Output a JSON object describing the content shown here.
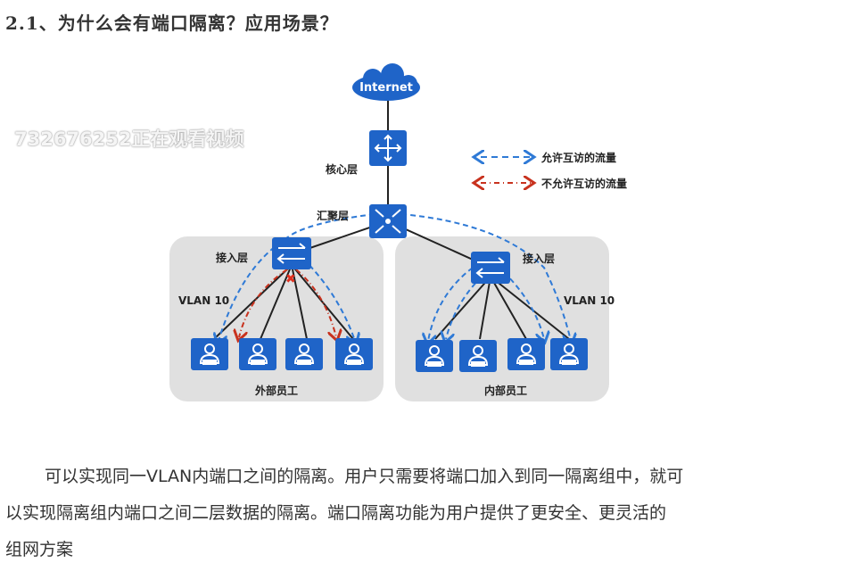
{
  "title": "2.1、为什么会有端口隔离？应用场景？",
  "diagram": {
    "internet": "Internet",
    "core_label": "核心层",
    "aggregation_label": "汇聚层",
    "access_left_label": "接入层",
    "access_right_label": "接入层",
    "vlan_left": "VLAN 10",
    "vlan_right": "VLAN 10",
    "group_left": "外部员工",
    "group_right": "内部员工",
    "legend": {
      "allowed": "允许互访的流量",
      "denied": "不允许互访的流量"
    },
    "colors": {
      "device": "#1f64c8",
      "allowed": "#2f7ad6",
      "denied": "#c8321e",
      "panel": "#e0e0e0"
    }
  },
  "watermark": "732676252正在观看视频",
  "paragraph": {
    "lines": [
      "可以实现同一VLAN内端口之间的隔离。用户只需要将端口加入到同一隔离组中，就可",
      "以实现隔离组内端口之间二层数据的隔离。端口隔离功能为用户提供了更安全、更灵活的",
      "组网方案"
    ]
  }
}
